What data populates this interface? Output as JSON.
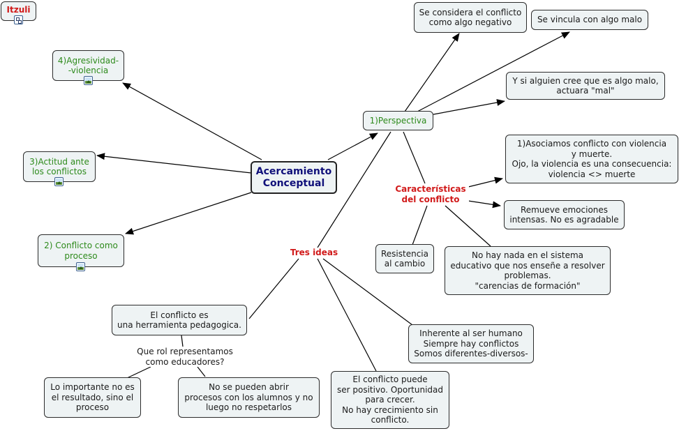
{
  "back": {
    "label": "Itzuli",
    "icon": "concept-map-link-icon"
  },
  "main": {
    "label": "Acercamiento\nConceptual"
  },
  "nodes": {
    "agresividad": "4)Agresividad-\n-violencia",
    "actitud": "3)Actitud ante\nlos conflictos",
    "proceso": "2) Conflicto como\nproceso",
    "perspectiva": "1)Perspectiva",
    "negativo": "Se considera el conflicto\ncomo algo negativo",
    "malo": "Se vincula con algo malo",
    "actuara": "Y si alguien cree que es algo malo,\nactuara \"mal\"",
    "asociamos": "1)Asociamos conflicto con violencia\ny muerte.\nOjo, la violencia es una consecuencia:\nviolencia <> muerte",
    "remueve": "Remueve emociones\nintensas. No es agradable",
    "resistencia": "Resistencia\nal cambio",
    "nohay": "No hay nada en el sistema\neducativo que nos enseñe a resolver\nproblemas.\n\"carencias de formación\"",
    "herramienta": "El conflicto es\nuna herramienta pedagogica.",
    "inherente": "Inherente al ser humano\nSiempre hay conflictos\nSomos diferentes-diversos-",
    "positivo": "El conflicto puede\nser positivo. Oportunidad\npara crecer.\nNo hay crecimiento sin\nconflicto.",
    "importante": "Lo importante no es\nel resultado, sino el\nproceso",
    "abrir": "No se pueden abrir\nprocesos con los alumnos y no\nluego no respetarlos"
  },
  "labels": {
    "caracteristicas": "Características\ndel conflicto",
    "tres_ideas": "Tres ideas",
    "que_rol": "Que rol representamos\ncomo educadores?"
  },
  "icons": {
    "image": "image-icon"
  },
  "colors": {
    "green_text": "#2d8a1b",
    "red_label": "#d11a1a",
    "main_text": "#10107a",
    "node_fill": "#eef3f4"
  }
}
